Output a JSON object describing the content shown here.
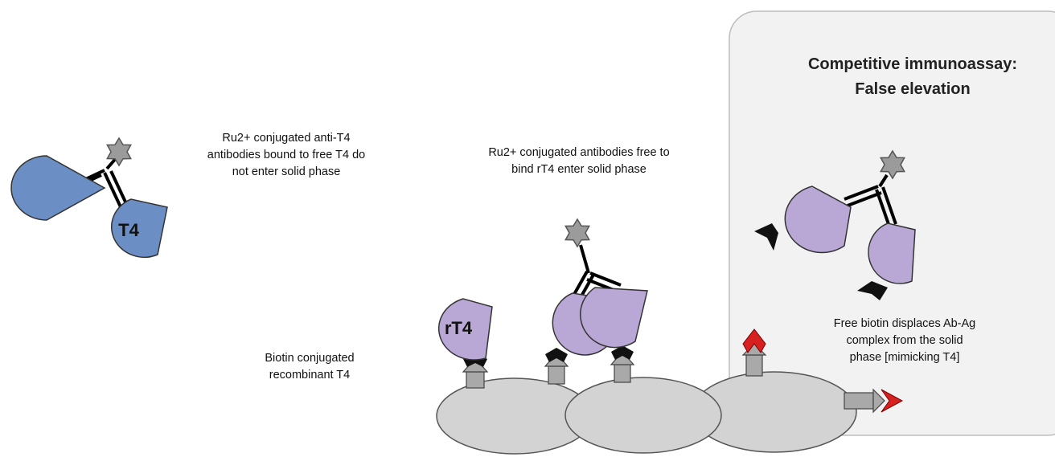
{
  "panel": {
    "title_line1": "Competitive immunoassay:",
    "title_line2": "False elevation"
  },
  "labels": {
    "free_t4_note": [
      "Ru2+ conjugated anti-T4",
      "antibodies bound to free T4 do",
      "not enter solid phase"
    ],
    "free_ab_note": [
      "Ru2+ conjugated antibodies free to",
      "bind rT4   enter solid phase"
    ],
    "biotin_rt4_note": [
      "Biotin conjugated",
      "recombinant T4"
    ],
    "displace_note": [
      "Free biotin displaces Ab-Ag",
      "complex from the solid",
      "phase  [mimicking T4]"
    ]
  },
  "molecules": {
    "t4": "T4",
    "rt4": "rT4"
  },
  "colors": {
    "blue_antibody": "#6b8fc4",
    "purple_antibody": "#b9a8d6",
    "bead": "#d3d3d3",
    "star": "#9b9b9b",
    "biotin_red": "#d72020",
    "panel_bg": "#f2f2f2"
  }
}
